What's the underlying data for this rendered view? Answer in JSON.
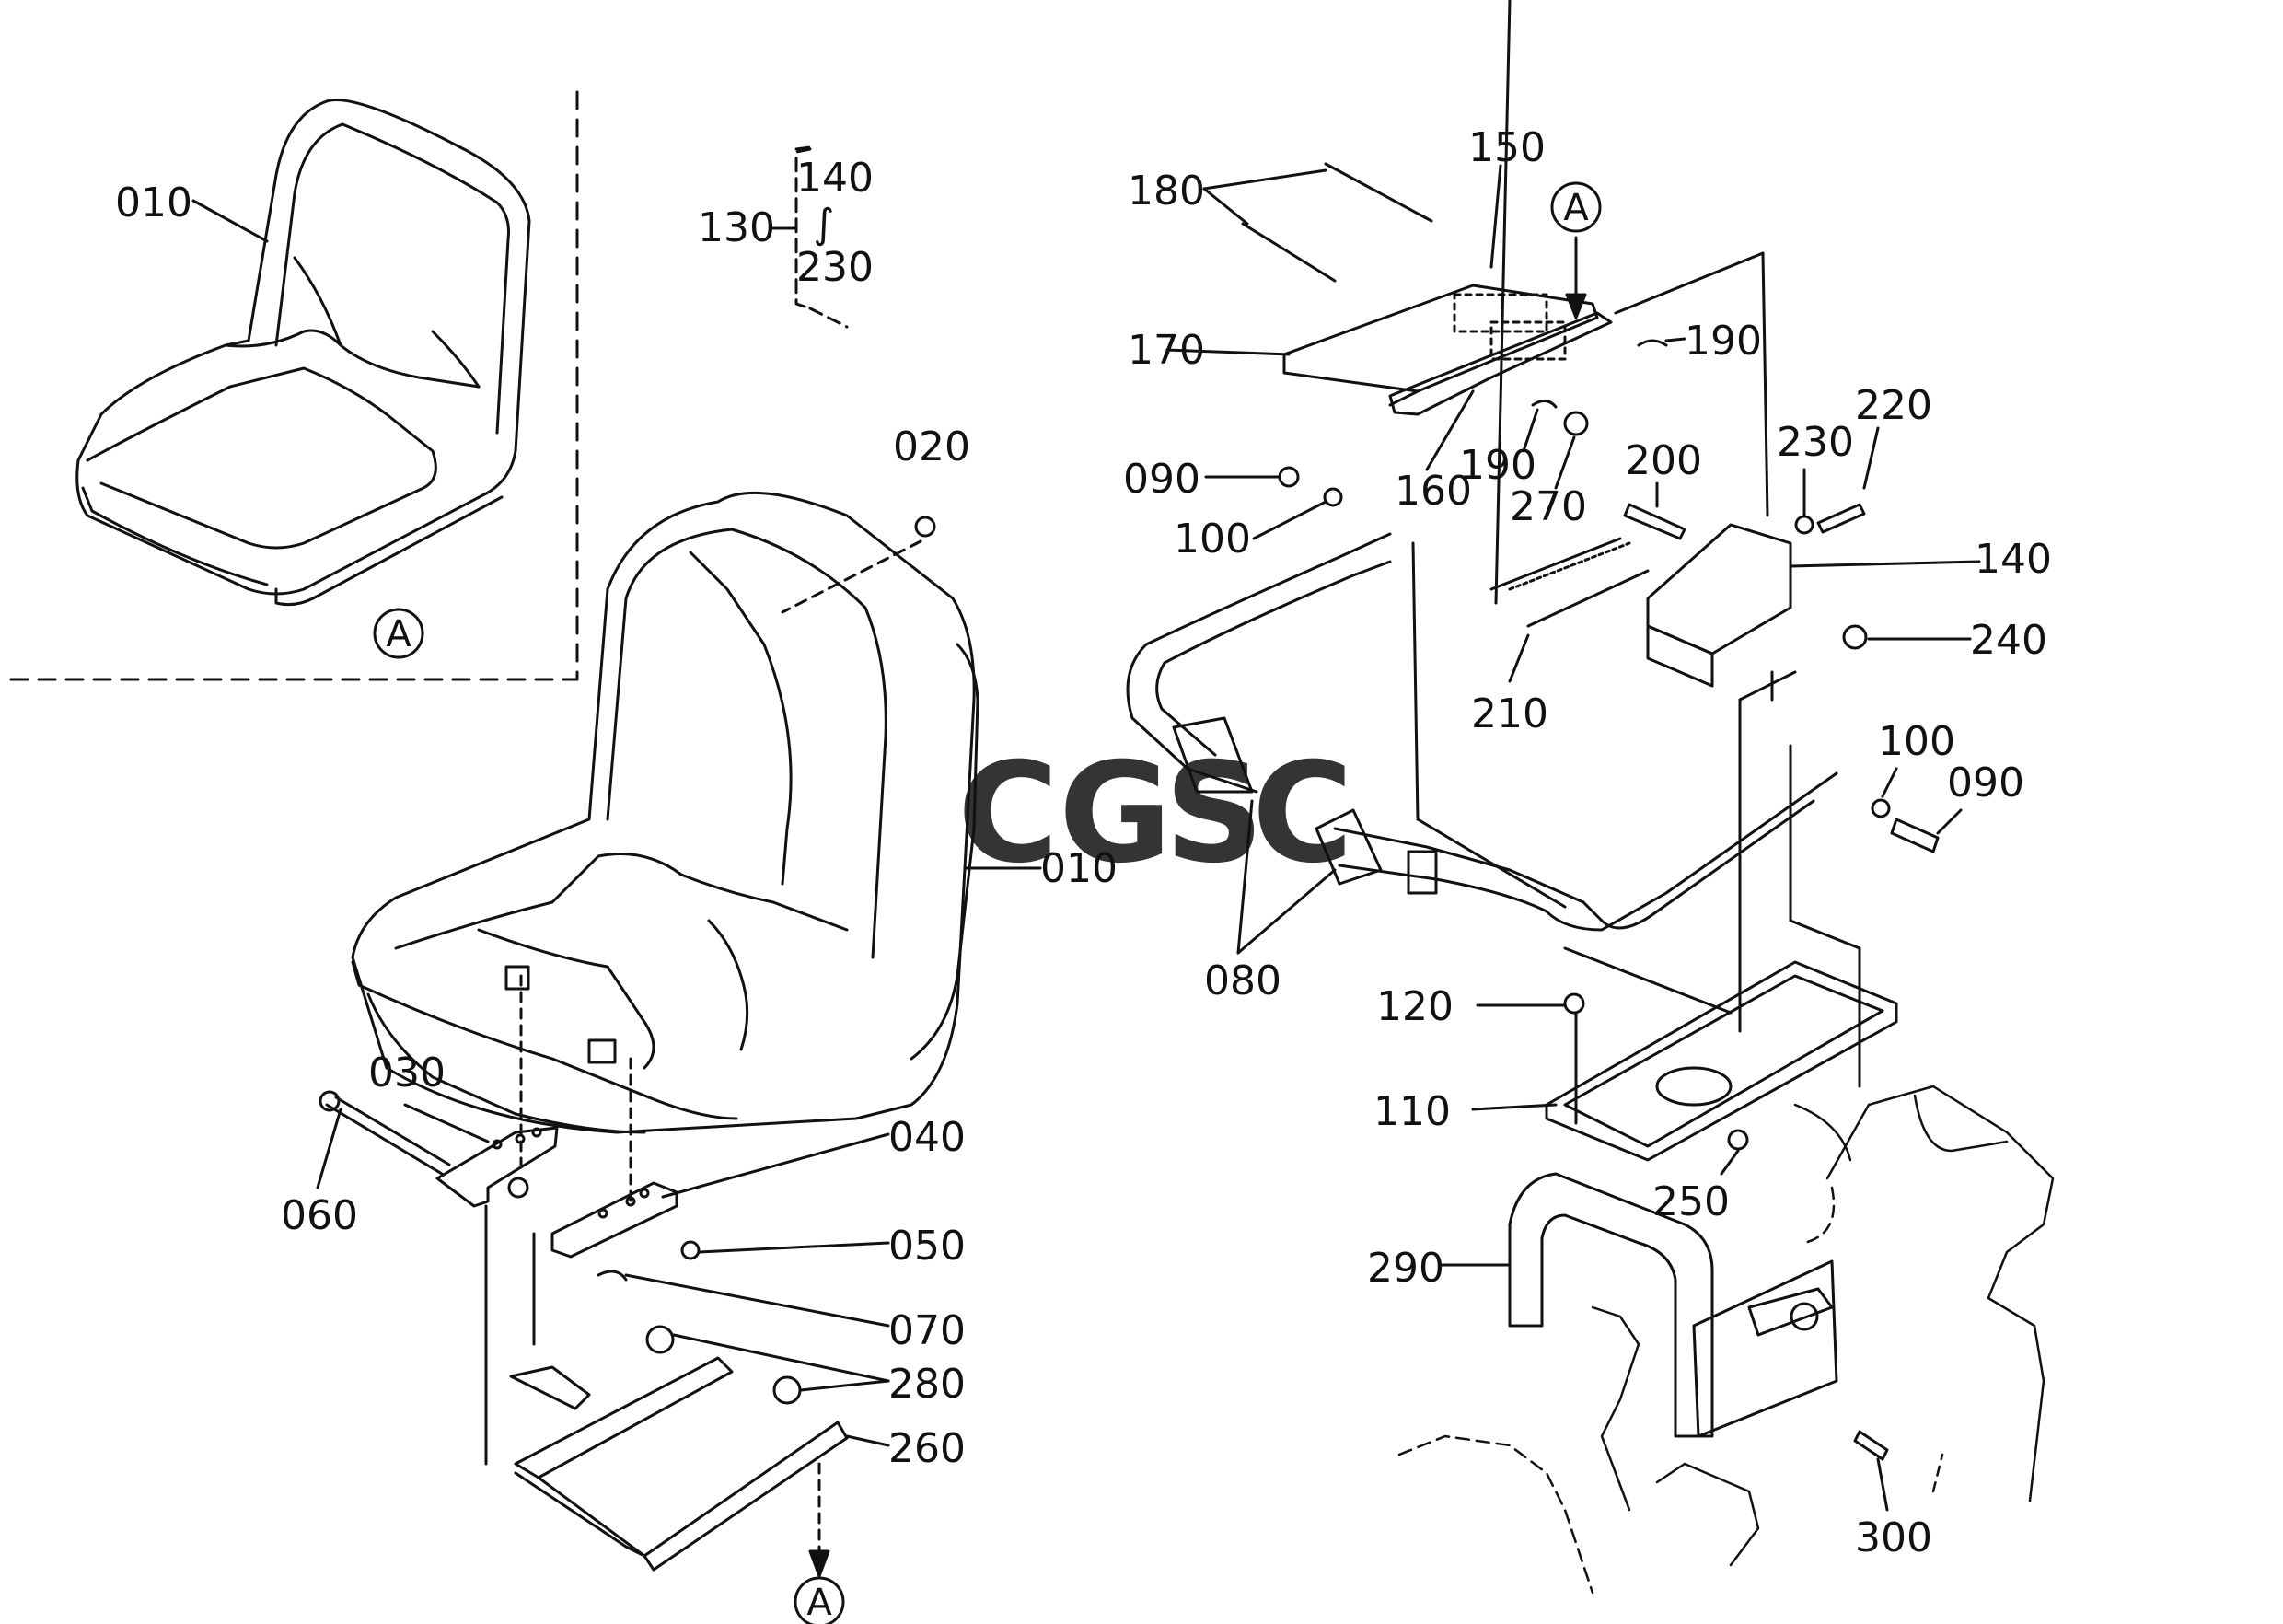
{
  "diagram": {
    "callouts": [
      {
        "id": "p010_inset",
        "text": "010"
      },
      {
        "id": "p130",
        "text": "130"
      },
      {
        "id": "p140_grp",
        "text": "140"
      },
      {
        "id": "p230_grp",
        "text": "230"
      },
      {
        "id": "p020",
        "text": "020"
      },
      {
        "id": "p010",
        "text": "010"
      },
      {
        "id": "p030",
        "text": "030"
      },
      {
        "id": "p060",
        "text": "060"
      },
      {
        "id": "p040",
        "text": "040"
      },
      {
        "id": "p050",
        "text": "050"
      },
      {
        "id": "p070",
        "text": "070"
      },
      {
        "id": "p280",
        "text": "280"
      },
      {
        "id": "p260",
        "text": "260"
      },
      {
        "id": "p180",
        "text": "180"
      },
      {
        "id": "p150",
        "text": "150"
      },
      {
        "id": "p170",
        "text": "170"
      },
      {
        "id": "p190a",
        "text": "190"
      },
      {
        "id": "p190b",
        "text": "190"
      },
      {
        "id": "p160",
        "text": "160"
      },
      {
        "id": "p270",
        "text": "270"
      },
      {
        "id": "p090a",
        "text": "090"
      },
      {
        "id": "p100a",
        "text": "100"
      },
      {
        "id": "p200",
        "text": "200"
      },
      {
        "id": "p230",
        "text": "230"
      },
      {
        "id": "p220",
        "text": "220"
      },
      {
        "id": "p140",
        "text": "140"
      },
      {
        "id": "p240",
        "text": "240"
      },
      {
        "id": "p210",
        "text": "210"
      },
      {
        "id": "p100b",
        "text": "100"
      },
      {
        "id": "p090b",
        "text": "090"
      },
      {
        "id": "p080",
        "text": "080"
      },
      {
        "id": "p120",
        "text": "120"
      },
      {
        "id": "p110",
        "text": "110"
      },
      {
        "id": "p250",
        "text": "250"
      },
      {
        "id": "p290",
        "text": "290"
      },
      {
        "id": "p300",
        "text": "300"
      }
    ],
    "markers": {
      "inset_a": "A",
      "top_a": "A",
      "bottom_a": "A"
    },
    "range_symbol": "∫",
    "watermark": {
      "letters": [
        "C",
        "G",
        "S",
        "C"
      ],
      "colors": [
        "#4f8df0",
        "#e8605a",
        "#f3c334",
        "#3fb87f"
      ]
    }
  }
}
